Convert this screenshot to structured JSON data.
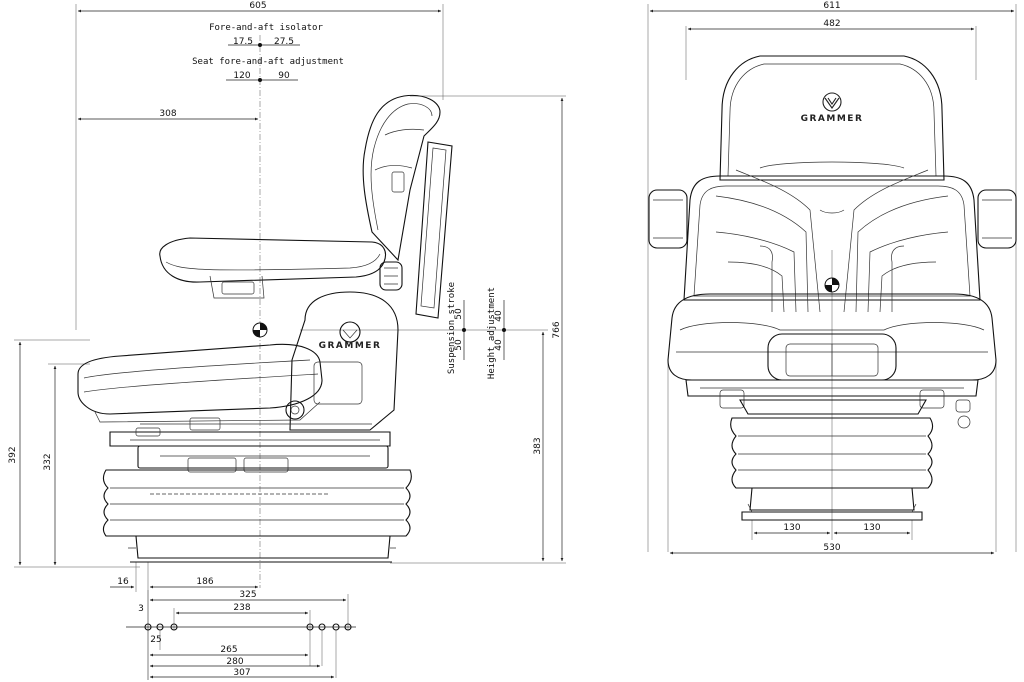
{
  "brand": "GRAMMER",
  "side_view": {
    "labels": {
      "fore_aft_isolator": "Fore-and-aft isolator",
      "seat_fore_aft_adjustment": "Seat fore-and-aft adjustment",
      "suspension_stroke": "Suspension stroke",
      "height_adjustment": "Height adjustment"
    },
    "dims": {
      "overall_depth": "605",
      "isolator_left": "17.5",
      "isolator_right": "27.5",
      "adjust_left": "120",
      "adjust_right": "90",
      "reference_depth": "308",
      "overall_height": "766",
      "suspension_a": "50",
      "suspension_b": "50",
      "height_a": "40",
      "height_b": "40",
      "base_height": "383",
      "height_392": "392",
      "height_332": "332",
      "offset_16": "16",
      "offset_186": "186"
    }
  },
  "front_view": {
    "dims": {
      "overall_width": "611",
      "backrest_width": "482",
      "base_width": "530",
      "half_left": "130",
      "half_right": "130"
    }
  },
  "mount_pattern": {
    "dims": {
      "d325": "325",
      "d3": "3",
      "d238": "238",
      "d25": "25",
      "d265": "265",
      "d280": "280",
      "d307": "307"
    }
  }
}
